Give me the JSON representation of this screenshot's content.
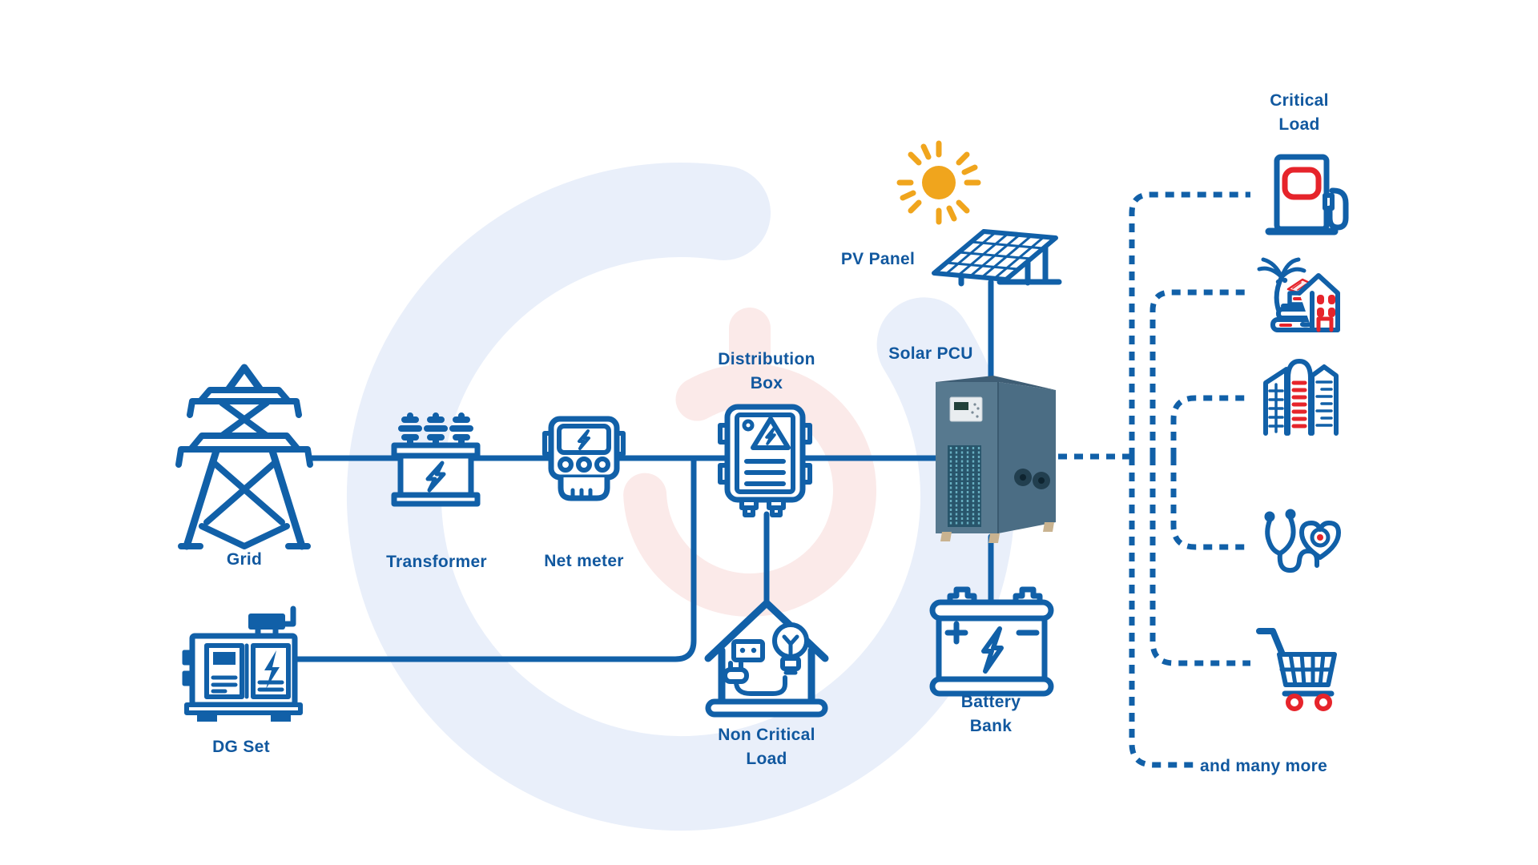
{
  "diagram": {
    "type": "solar-power-system-flow",
    "labels": {
      "grid": "Grid",
      "transformer": "Transformer",
      "net_meter": "Net meter",
      "distribution_box": "Distribution Box",
      "pv_panel": "PV Panel",
      "solar_pcu": "Solar PCU",
      "battery_bank": "Battery Bank",
      "non_critical_load": "Non Critical Load",
      "dg_set": "DG Set",
      "critical_load": "Critical Load",
      "and_many_more": "and many more"
    },
    "critical_load_items": [
      "fuel-station",
      "resort",
      "commercial-buildings",
      "healthcare",
      "shopping"
    ],
    "connections": [
      "Grid - Transformer - Net meter - Distribution Box - Solar PCU",
      "DG Set - joins line between Net meter and Distribution Box",
      "Distribution Box - Non Critical Load",
      "PV Panel - Solar PCU",
      "Solar PCU - Battery Bank",
      "Solar PCU - Critical Load (dotted branches to fuel station, resort, buildings, healthcare, shopping, and many more)"
    ],
    "colors": {
      "primary_blue": "#1160a8",
      "text_blue": "#11589f",
      "accent_red": "#e6242b",
      "sun_orange": "#f0a51d",
      "watermark_blue": "#e9effa",
      "watermark_pink": "#fbeae9",
      "pcu_front": "#57798f",
      "pcu_side": "#4b6d84",
      "pcu_vent": "#28556b"
    }
  }
}
